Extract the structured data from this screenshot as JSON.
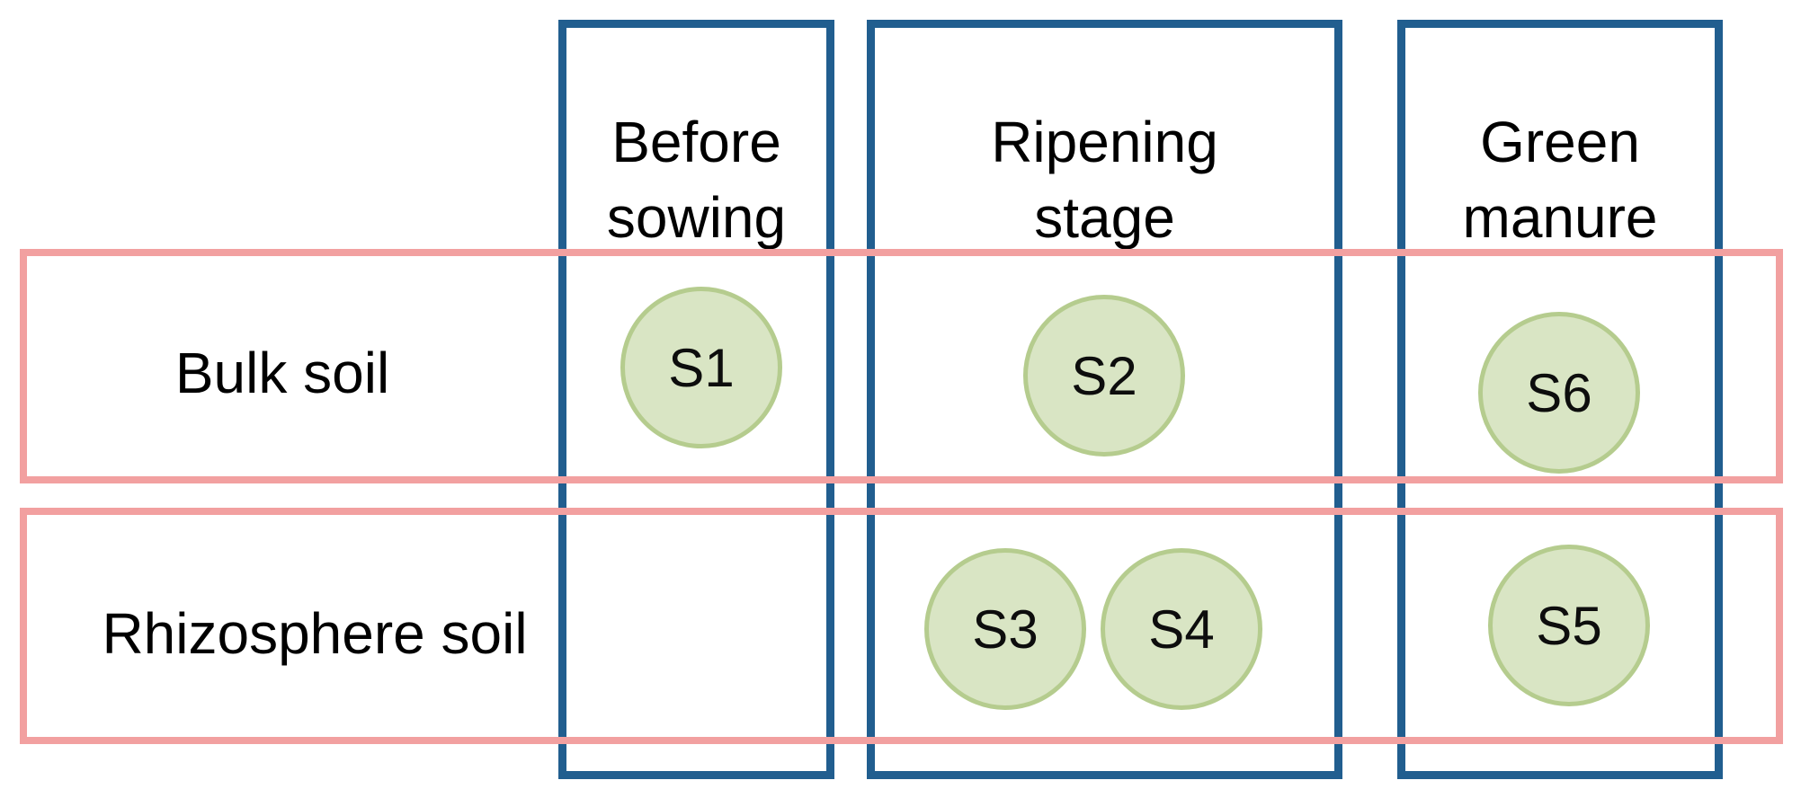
{
  "diagram": {
    "columns": [
      {
        "line1": "Before",
        "line2": "sowing"
      },
      {
        "line1": "Ripening",
        "line2": "stage"
      },
      {
        "line1": "Green",
        "line2": "manure"
      }
    ],
    "rows": [
      {
        "label": "Bulk soil"
      },
      {
        "label": "Rhizosphere soil"
      }
    ],
    "samples": [
      {
        "label": "S1",
        "row": "Bulk soil",
        "column": "Before sowing"
      },
      {
        "label": "S2",
        "row": "Bulk soil",
        "column": "Ripening stage"
      },
      {
        "label": "S3",
        "row": "Rhizosphere soil",
        "column": "Ripening stage"
      },
      {
        "label": "S4",
        "row": "Rhizosphere soil",
        "column": "Ripening stage"
      },
      {
        "label": "S5",
        "row": "Rhizosphere soil",
        "column": "Green manure"
      },
      {
        "label": "S6",
        "row": "Bulk soil",
        "column": "Green manure"
      }
    ],
    "colors": {
      "column_border": "#215E8F",
      "row_border": "#F2A0A0",
      "sample_fill": "#D9E5C4",
      "sample_border": "#B5CC8E",
      "text": "#000000"
    }
  }
}
